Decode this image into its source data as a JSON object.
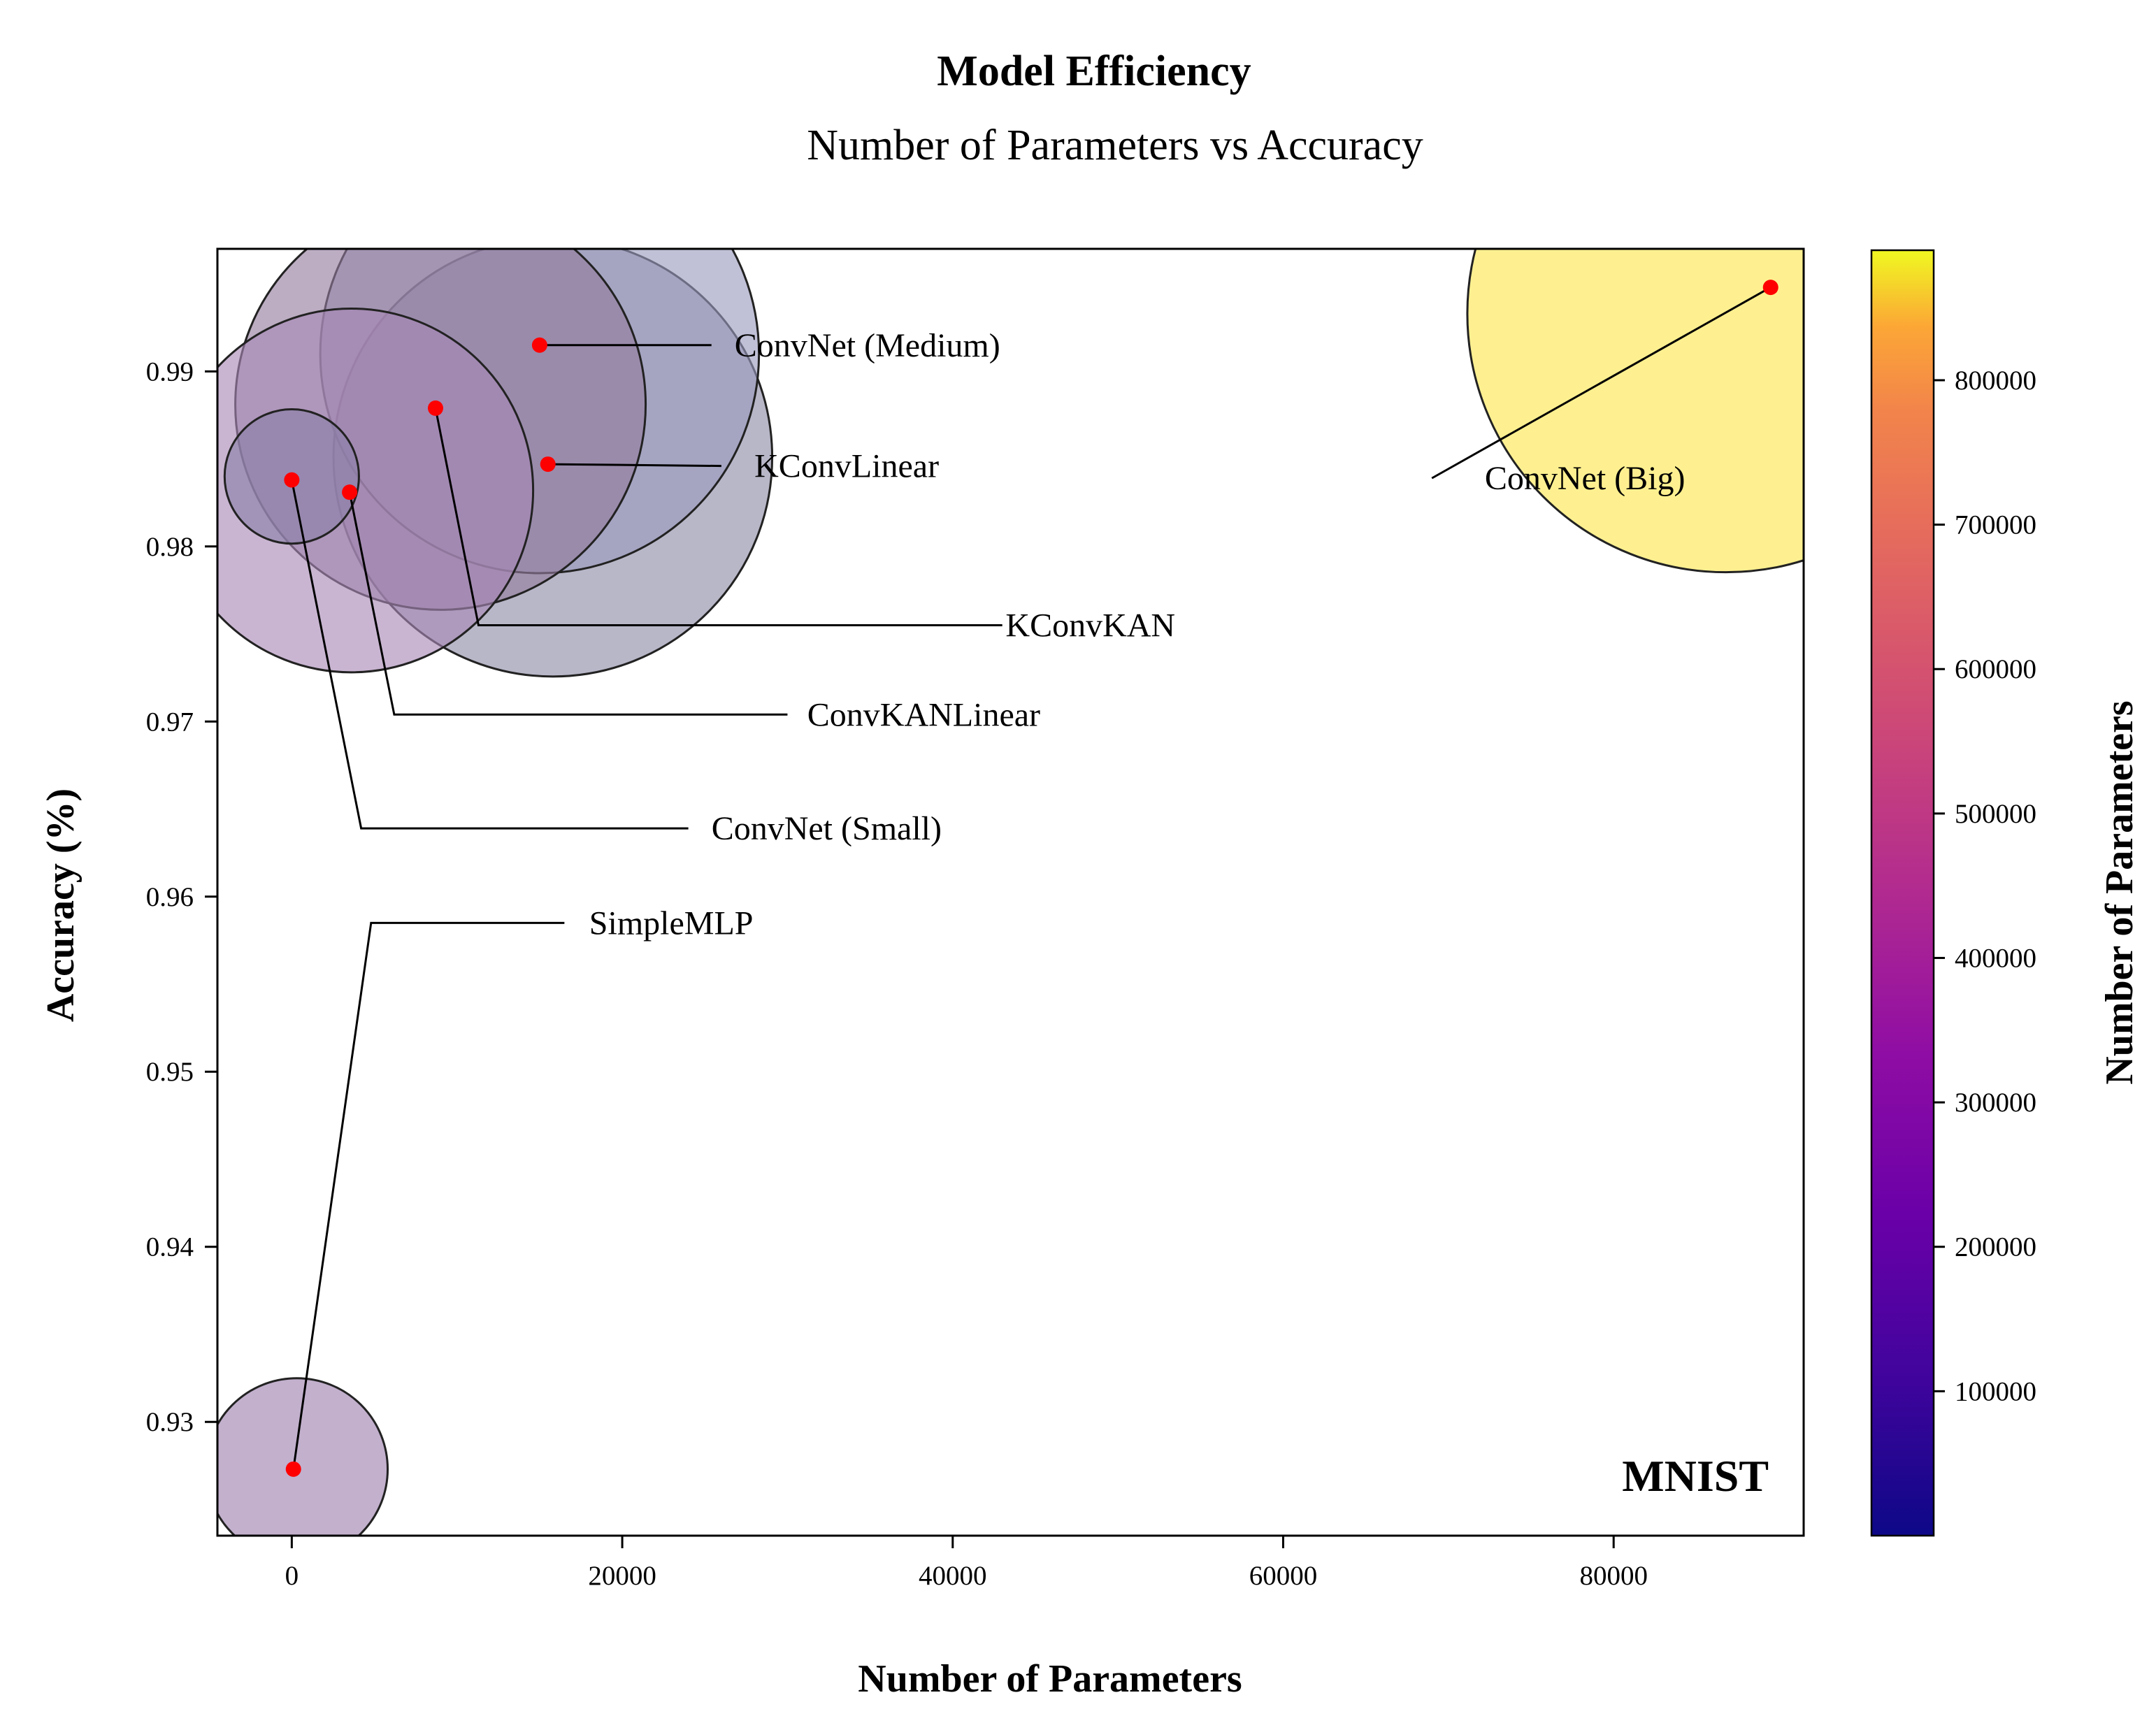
{
  "chart_data": {
    "type": "scatter",
    "title": "Model Efficiency",
    "subtitle": "Number of Parameters vs Accuracy",
    "xlabel": "Number of Parameters",
    "ylabel": "Accuracy (%)",
    "colorbar_label": "Number of Parameters",
    "dataset_label": "MNIST",
    "xlim": [
      -4500,
      91500
    ],
    "ylim": [
      0.9235,
      0.997
    ],
    "colorbar_range": [
      0,
      890000
    ],
    "x_ticks": [
      0,
      20000,
      40000,
      60000,
      80000
    ],
    "x_tick_labels": [
      "0",
      "20000",
      "40000",
      "60000",
      "80000"
    ],
    "y_ticks": [
      0.93,
      0.94,
      0.95,
      0.96,
      0.97,
      0.98,
      0.99
    ],
    "y_tick_labels": [
      "0.93",
      "0.94",
      "0.95",
      "0.96",
      "0.97",
      "0.98",
      "0.99"
    ],
    "colorbar_ticks": [
      100000,
      200000,
      300000,
      400000,
      500000,
      600000,
      700000,
      800000
    ],
    "colorbar_tick_labels": [
      "100000",
      "200000",
      "300000",
      "400000",
      "500000",
      "600000",
      "700000",
      "800000"
    ],
    "grid": false,
    "points": [
      {
        "label": "SimpleMLP",
        "x": 100,
        "y": 0.9273,
        "bubble_x": 300,
        "bubble_y": 0.9273,
        "size_params": 110000,
        "bubble_color": "#9c7fae",
        "label_x": 18000,
        "label_y": 0.9585,
        "line": [
          [
            100,
            0.9273
          ],
          [
            4800,
            0.9585
          ],
          [
            16500,
            0.9585
          ]
        ]
      },
      {
        "label": "ConvNet (Small)",
        "x": 0,
        "y": 0.9838,
        "bubble_x": 0,
        "bubble_y": 0.984,
        "size_params": 60000,
        "bubble_color": "#8a7fa8",
        "label_x": 25400,
        "label_y": 0.9639,
        "line": [
          [
            0,
            0.9838
          ],
          [
            4200,
            0.9639
          ],
          [
            24000,
            0.9639
          ]
        ]
      },
      {
        "label": "ConvKANLinear",
        "x": 3500,
        "y": 0.9831,
        "bubble_x": 3600,
        "bubble_y": 0.9832,
        "size_params": 440000,
        "bubble_color": "#a888b6",
        "label_x": 31200,
        "label_y": 0.9704,
        "line": [
          [
            3500,
            0.9831
          ],
          [
            6200,
            0.9704
          ],
          [
            30000,
            0.9704
          ]
        ]
      },
      {
        "label": "KConvKAN",
        "x": 8700,
        "y": 0.9879,
        "bubble_x": 9000,
        "bubble_y": 0.9881,
        "size_params": 560000,
        "bubble_color": "#937a9c",
        "label_x": 43200,
        "label_y": 0.9755,
        "line": [
          [
            8700,
            0.9879
          ],
          [
            11300,
            0.9755
          ],
          [
            43000,
            0.9755
          ]
        ]
      },
      {
        "label": "KConvLinear",
        "x": 15500,
        "y": 0.9847,
        "bubble_x": 15800,
        "bubble_y": 0.9851,
        "size_params": 640000,
        "bubble_color": "#8c8aa6",
        "label_x": 28000,
        "label_y": 0.9846,
        "line": [
          [
            15500,
            0.9847
          ],
          [
            26000,
            0.9846
          ]
        ]
      },
      {
        "label": "ConvNet (Medium)",
        "x": 15000,
        "y": 0.9915,
        "bubble_x": 15000,
        "bubble_y": 0.991,
        "size_params": 640000,
        "bubble_color": "#9a9abf",
        "label_x": 26800,
        "label_y": 0.9915,
        "line": [
          [
            15000,
            0.9915
          ],
          [
            25400,
            0.9915
          ]
        ]
      },
      {
        "label": "ConvNet (Big)",
        "x": 89500,
        "y": 0.9948,
        "bubble_x": 86800,
        "bubble_y": 0.9933,
        "size_params": 890000,
        "bubble_color": "#fde74c",
        "label_x": 72200,
        "label_y": 0.9839,
        "line": [
          [
            89500,
            0.9948
          ],
          [
            69000,
            0.9839
          ]
        ]
      }
    ]
  }
}
